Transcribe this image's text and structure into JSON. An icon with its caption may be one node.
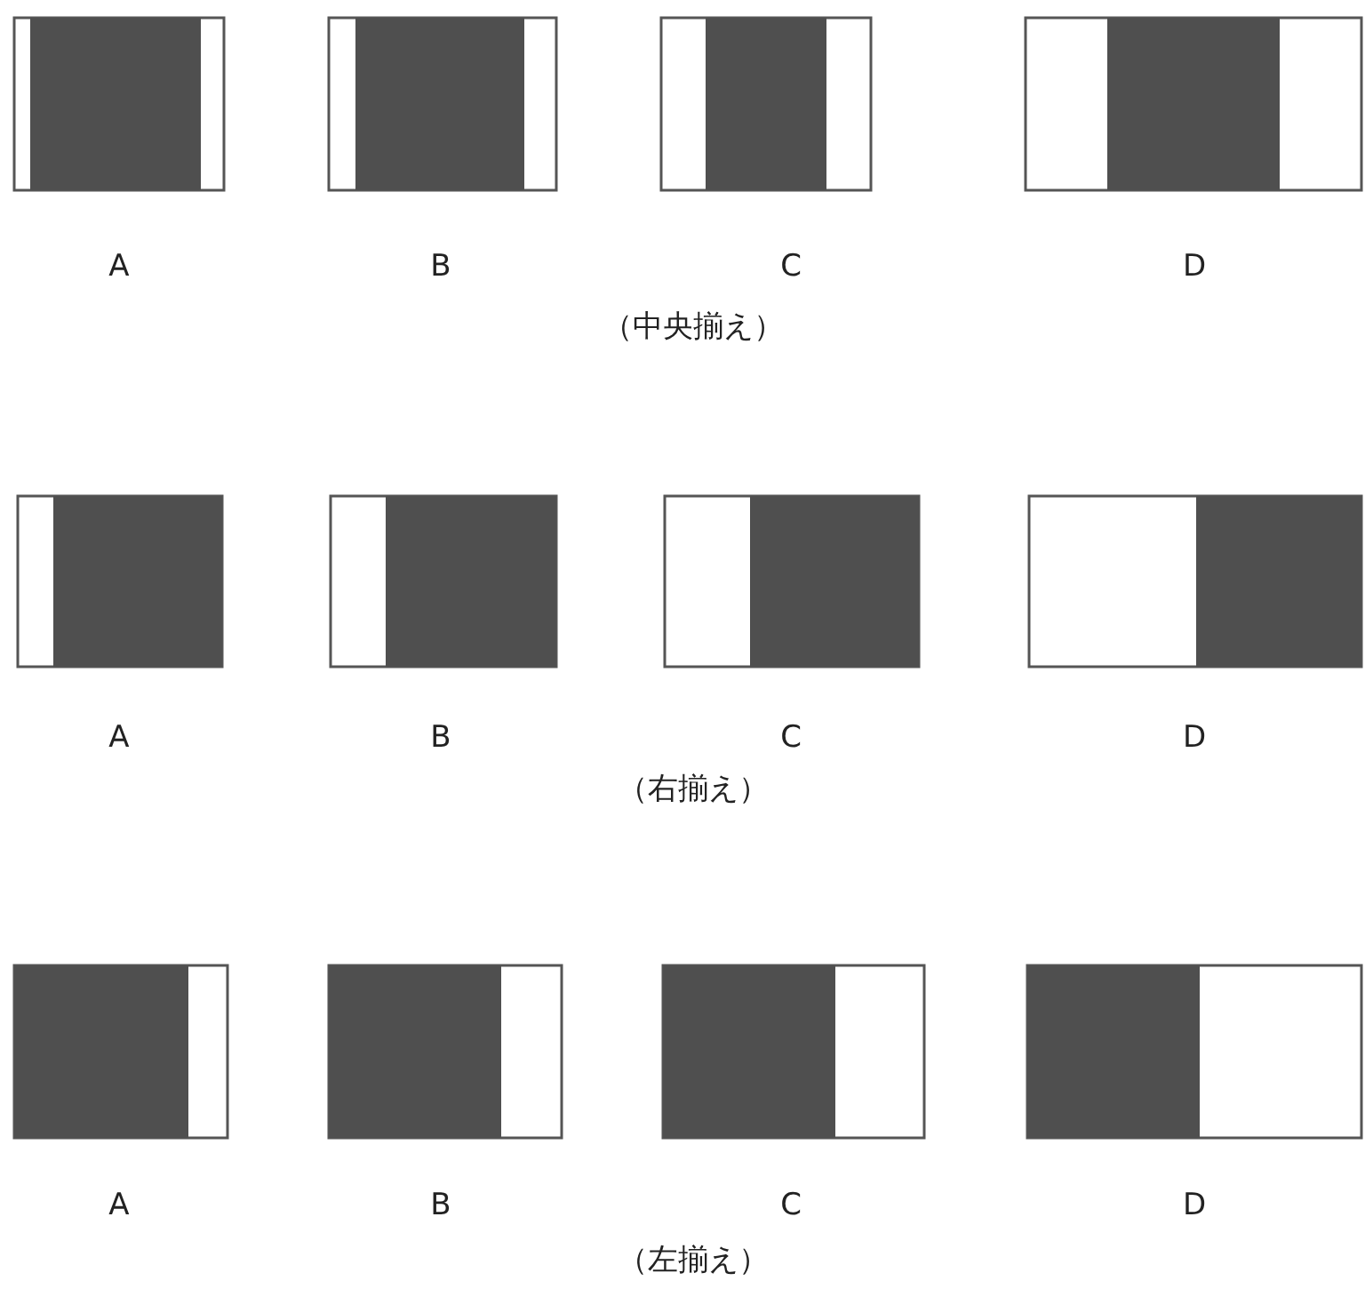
{
  "diagram": {
    "labels": [
      "A",
      "B",
      "C",
      "D",
      "（中央揃え）",
      "A",
      "B",
      "C",
      "D",
      "（右揃え）",
      "A",
      "B",
      "C",
      "D",
      "（左揃え）"
    ]
  }
}
